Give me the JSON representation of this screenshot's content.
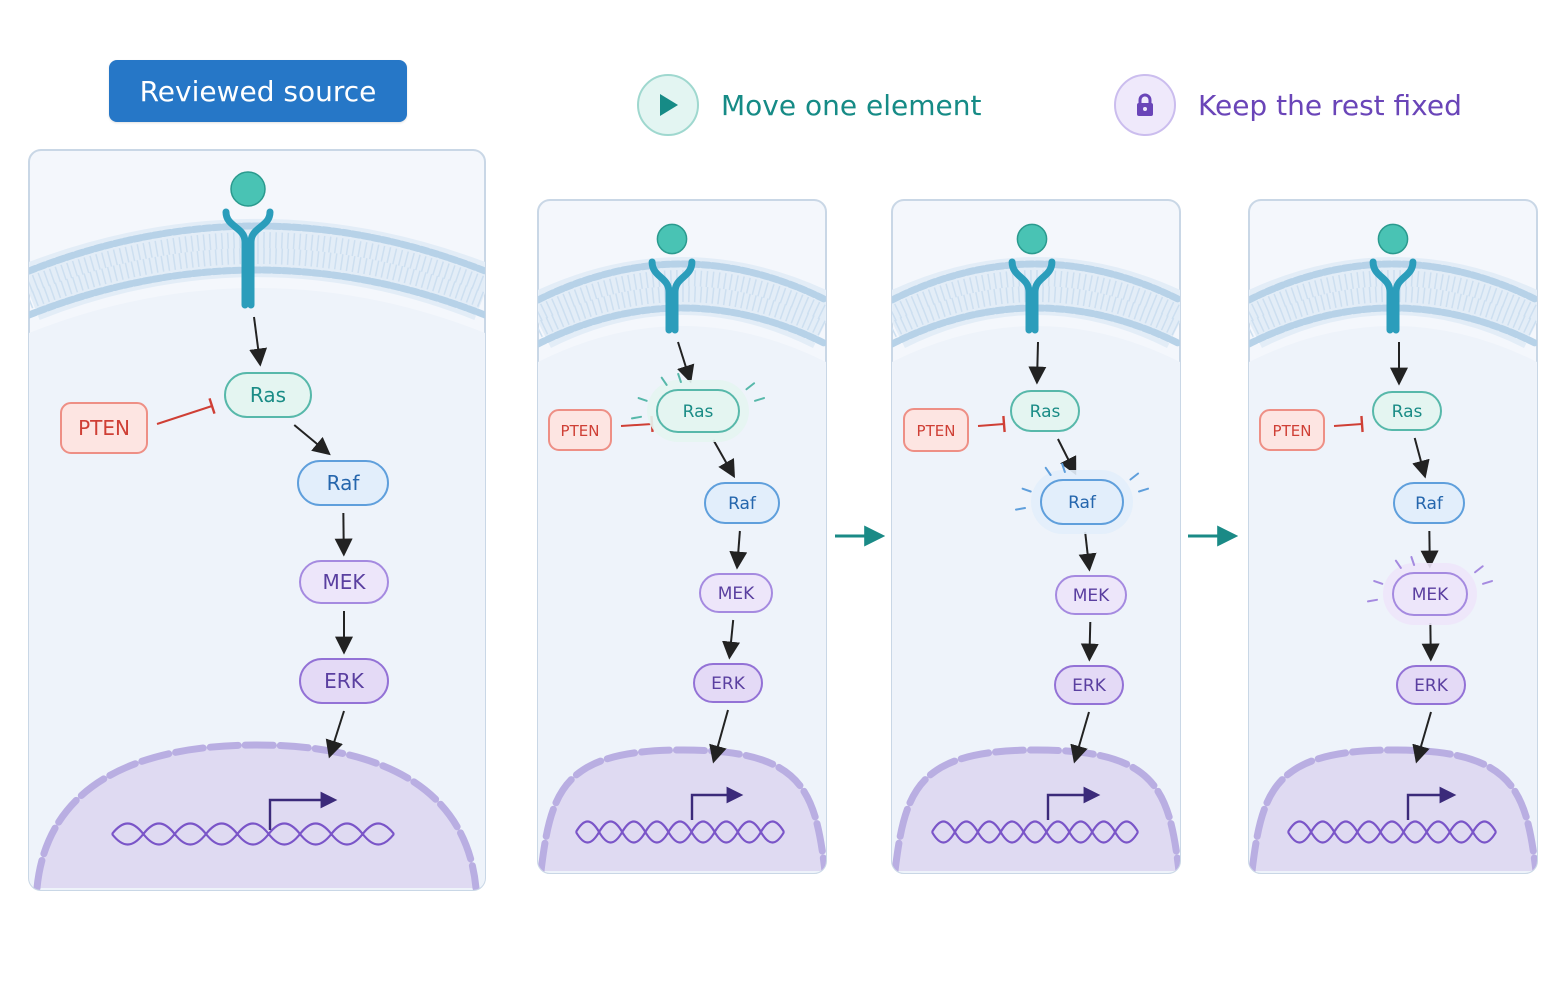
{
  "header": {
    "source_label": "Reviewed source",
    "legend": [
      {
        "label": "Move one element",
        "icon": "play-icon",
        "color": "#168b86"
      },
      {
        "label": "Keep the rest fixed",
        "icon": "lock-icon",
        "color": "#6a45b8"
      }
    ]
  },
  "pathway": {
    "inhibitor": "PTEN",
    "nodes": [
      "Ras",
      "Raf",
      "MEK",
      "ERK"
    ]
  },
  "panels": [
    {
      "role": "source",
      "highlight": null
    },
    {
      "role": "step",
      "highlight": "Ras"
    },
    {
      "role": "step",
      "highlight": "Raf"
    },
    {
      "role": "step",
      "highlight": "MEK"
    }
  ],
  "colors": {
    "ras": "#1a8c86",
    "raf": "#2566ad",
    "mek": "#5a3fa0",
    "erk": "#5a3fa0",
    "pten": "#cf3f35",
    "membrane": "#b7d2e8",
    "receptor": "#2b9dbb",
    "nucleus": "#d8d2ee",
    "dna": "#7a55c8",
    "step_arrow": "#1a8a86"
  }
}
